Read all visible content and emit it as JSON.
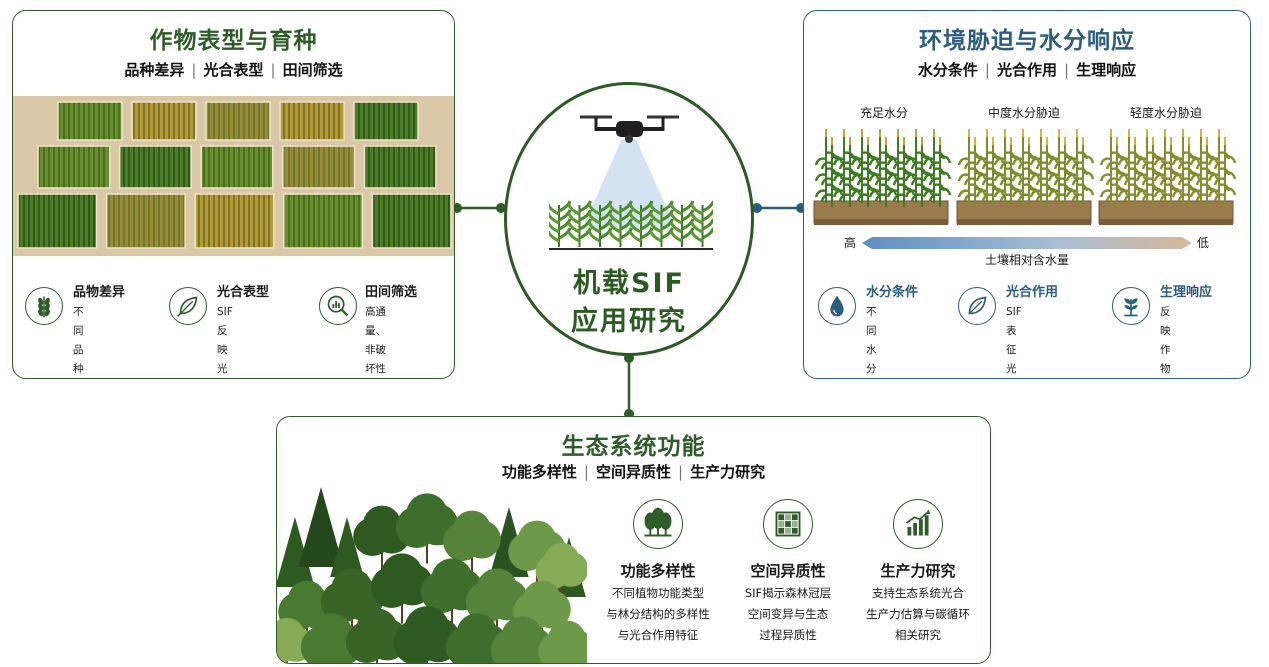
{
  "center": {
    "title_line1": "机载SIF",
    "title_line2": "应用研究",
    "drone_icon": "drone-icon"
  },
  "crop_panel": {
    "title": "作物表型与育种",
    "subtitle": [
      "品种差异",
      "光合表型",
      "田间筛选"
    ],
    "features": [
      {
        "icon": "wheat-icon",
        "title": "品物差异",
        "desc": "不同品种在冠层\n结构与生理状态\n上的自然差异"
      },
      {
        "icon": "leaf-icon",
        "title": "光合表型",
        "desc": "SIF反映光合作用\n相关表型特征与\n潜在光合能力"
      },
      {
        "icon": "magnifier-chart-icon",
        "title": "田间筛选",
        "desc": "高通量、非破坏性\n表型获取与优良材料\n早期筛选"
      }
    ]
  },
  "env_panel": {
    "title": "环境胁迫与水分响应",
    "subtitle": [
      "水分条件",
      "光合作用",
      "生理响应"
    ],
    "plots": [
      "充足水分",
      "中度水分胁迫",
      "轻度水分胁迫"
    ],
    "gradient": {
      "high": "高",
      "low": "低",
      "label": "土壤相对含水量"
    },
    "features": [
      {
        "icon": "water-drop-icon",
        "title": "水分条件",
        "desc": "不同水分处理\n影响作物冠层\n水分状况"
      },
      {
        "icon": "leaf-icon",
        "title": "光合作用",
        "desc": "SIF表征光合作用\n活性对水分变化\n的响应"
      },
      {
        "icon": "seedling-icon",
        "title": "生理响应",
        "desc": "反映作物生理\n状态与胁迫响应\n机制"
      }
    ]
  },
  "eco_panel": {
    "title": "生态系统功能",
    "subtitle": [
      "功能多样性",
      "空间异质性",
      "生产力研究"
    ],
    "features": [
      {
        "icon": "trees-icon",
        "title": "功能多样性",
        "desc": "不同植物功能类型\n与林分结构的多样性\n与光合作用特征"
      },
      {
        "icon": "grid-icon",
        "title": "空间异质性",
        "desc": "SIF揭示森林冠层\n空间变异与生态\n过程异质性"
      },
      {
        "icon": "bar-chart-icon",
        "title": "生产力研究",
        "desc": "支持生态系统光合\n生产力估算与碳循环\n相关研究"
      }
    ]
  },
  "colors": {
    "green": "#2f5d2a",
    "blue": "#2c5d7c"
  }
}
